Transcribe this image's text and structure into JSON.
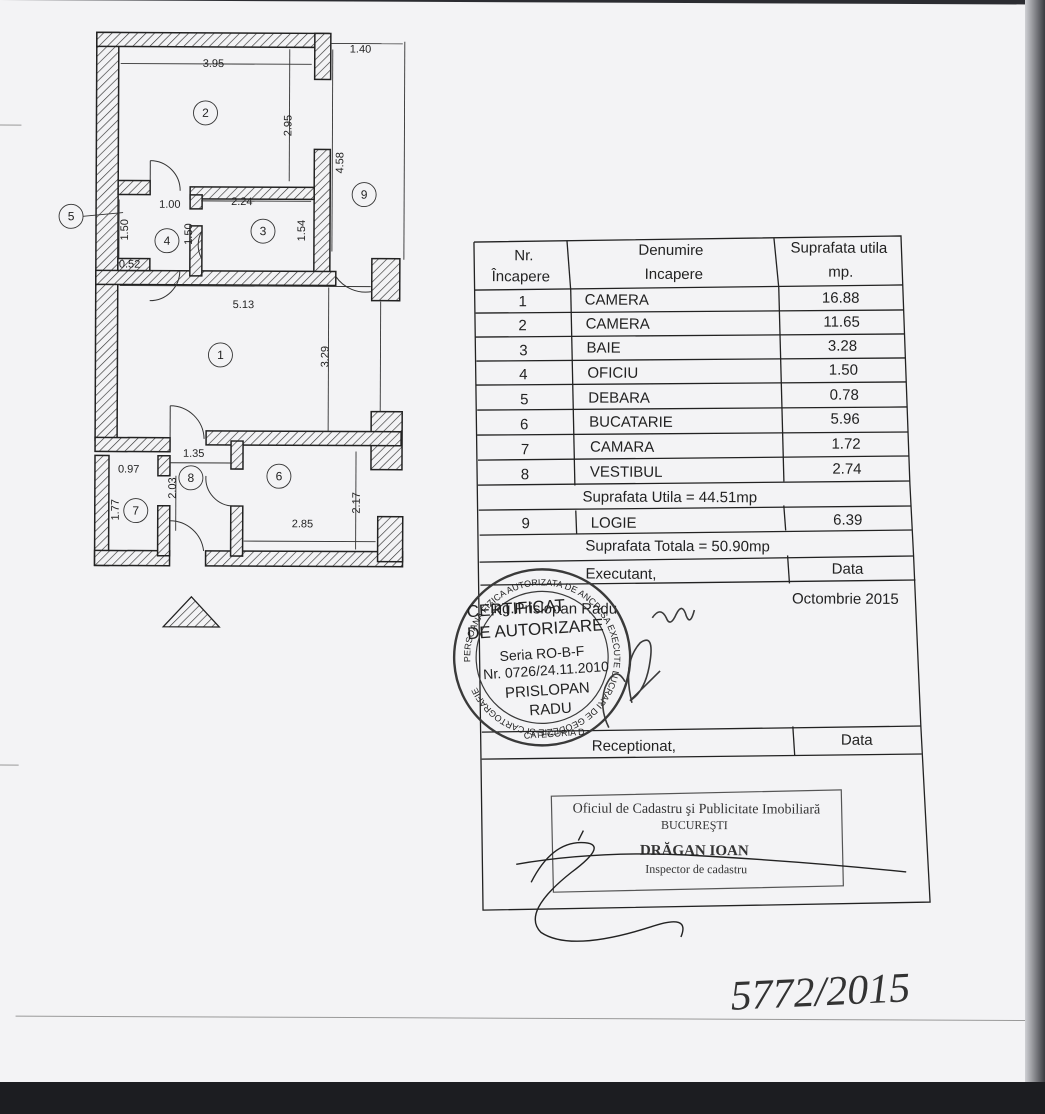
{
  "plan": {
    "dimensions": {
      "d395": "3.95",
      "d140": "1.40",
      "d295": "2.95",
      "d458": "4.58",
      "d100": "1.00",
      "d224": "2.24",
      "d150a": "1.50",
      "d150b": "1.50",
      "d154": "1.54",
      "d052": "0.52",
      "d513": "5.13",
      "d329": "3.29",
      "d135": "1.35",
      "d097": "0.97",
      "d177": "1.77",
      "d203": "2.03",
      "d217": "2.17",
      "d285": "2.85"
    },
    "room_numbers": {
      "r1": "1",
      "r2": "2",
      "r3": "3",
      "r4": "4",
      "r5": "5",
      "r6": "6",
      "r7": "7",
      "r8": "8",
      "r9": "9"
    }
  },
  "table": {
    "headers": {
      "nr_line1": "Nr.",
      "nr_line2": "Încapere",
      "name_line1": "Denumire",
      "name_line2": "Incapere",
      "area_line1": "Suprafata utila",
      "area_line2": "mp."
    },
    "rows": [
      {
        "nr": "1",
        "name": "CAMERA",
        "area": "16.88"
      },
      {
        "nr": "2",
        "name": "CAMERA",
        "area": "11.65"
      },
      {
        "nr": "3",
        "name": "BAIE",
        "area": "3.28"
      },
      {
        "nr": "4",
        "name": "OFICIU",
        "area": "1.50"
      },
      {
        "nr": "5",
        "name": "DEBARA",
        "area": "0.78"
      },
      {
        "nr": "6",
        "name": "BUCATARIE",
        "area": "5.96"
      },
      {
        "nr": "7",
        "name": "CAMARA",
        "area": "1.72"
      },
      {
        "nr": "8",
        "name": "VESTIBUL",
        "area": "2.74"
      }
    ],
    "suprafata_utila": "Suprafata Utila = 44.51mp",
    "logie": {
      "nr": "9",
      "name": "LOGIE",
      "area": "6.39"
    },
    "suprafata_totala": "Suprafata Totala = 50.90mp",
    "executant_label": "Executant,",
    "data_label": "Data",
    "executant_name": "ing.Prislopan Radu",
    "executant_date": "Octombrie 2015",
    "receptionat_label": "Receptionat,",
    "data_label2": "Data"
  },
  "stamp_round": {
    "line1": "CERTIFICAT",
    "line2": "DE AUTORIZARE",
    "line3": "Seria RO-B-F",
    "line4": "Nr. 0726/24.11.2010",
    "line5": "PRISLOPAN",
    "line6": "RADU",
    "ring_text": "PERSOANA FIZICA AUTORIZATA DE ANCPI SA EXECUTE LUCRARI DE GEODEZIE SI CARTOGRAFIE",
    "category": "CATEGORIA D"
  },
  "stamp_office": {
    "line1": "Oficiul de Cadastru şi Publicitate Imobiliară",
    "line2": "BUCUREŞTI",
    "line3": "DRĂGAN IOAN",
    "line4": "Inspector de cadastru"
  },
  "handwritten_number": "5772/2015",
  "colors": {
    "paper": "#f3f3f5",
    "ink": "#222222",
    "stamp": "#3a3a3a",
    "background": "#2b2c31"
  }
}
